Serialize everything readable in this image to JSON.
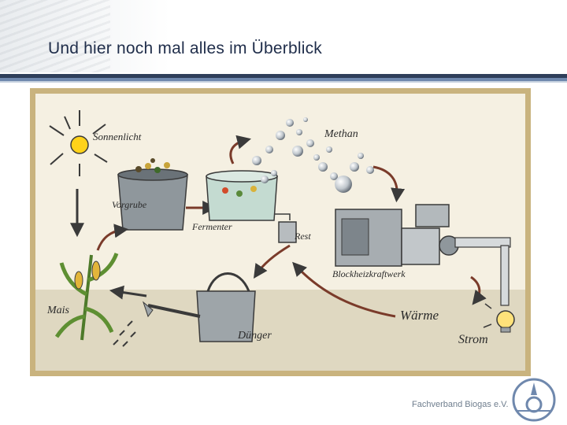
{
  "slide": {
    "title": "Und hier noch mal alles im Überblick"
  },
  "diagram": {
    "labels": {
      "sun": "Sonnenlicht",
      "methane": "Methan",
      "pit": "Vorgrube",
      "fermenter": "Fermenter",
      "rest": "Rest",
      "chp": "Blockheizkraftwerk",
      "maize": "Mais",
      "heat": "Wärme",
      "fertilizer": "Dünger",
      "power": "Strom"
    }
  },
  "footer": {
    "org": "Fachverband Biogas e.V."
  },
  "colors": {
    "title": "#1f2d4a",
    "rule": "#2f3f5a",
    "frame": "#c9b37e",
    "background": "#f5f0e2",
    "ground": "#dfd8c1"
  },
  "icons": [
    "sun-icon",
    "bubble-icon",
    "arrow-icon",
    "lightbulb-icon",
    "logo-icon",
    "watering-can-icon",
    "maize-plant-icon"
  ]
}
